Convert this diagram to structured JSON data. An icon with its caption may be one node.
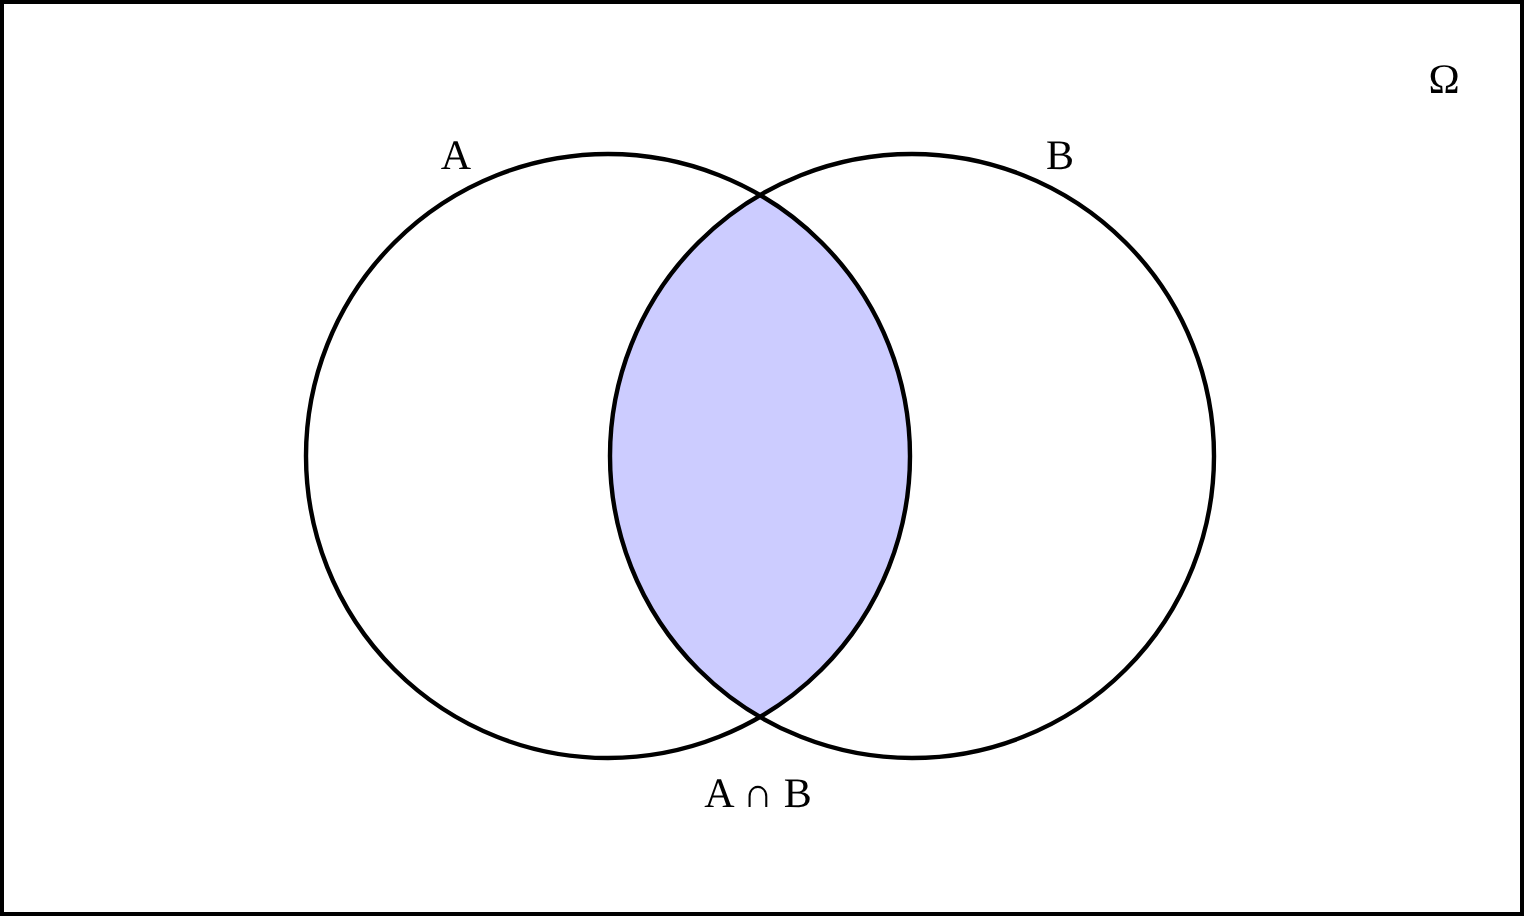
{
  "diagram": {
    "nodes": [
      {
        "text": [
          "Ω"
        ]
      },
      {
        "text": [
          "A"
        ],
        "in": 0
      },
      {
        "text": [
          "B"
        ],
        "in": 0
      },
      {
        "text": [],
        "shape": "lens"
      }
    ],
    "labels": [
      "A ∩ B"
    ]
  }
}
